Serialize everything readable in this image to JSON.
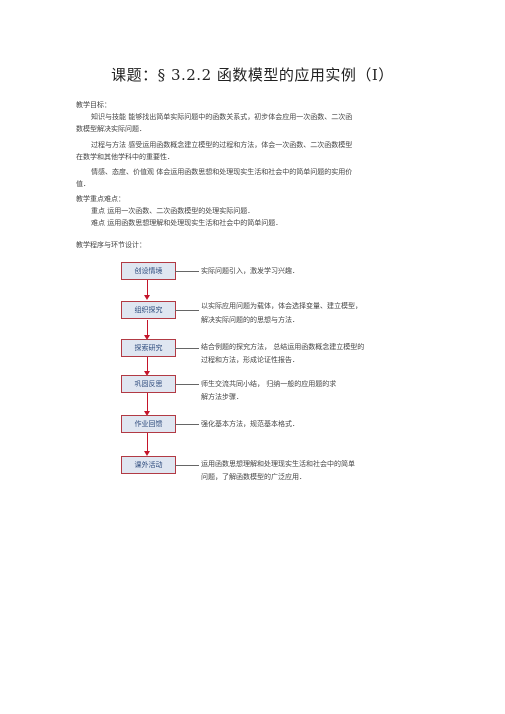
{
  "title": "课题：§ 3.2.2  函数模型的应用实例（Ⅰ）",
  "goals": {
    "heading": "教学目标：",
    "knowledge_1": "知识与技能    能够找出简单实际问题中的函数关系式，初步体会应用一次函数、二次函",
    "knowledge_2": "数模型解决实际问题．",
    "process_1": "过程与方法    感受运用函数概念建立模型的过程和方法，体会一次函数、二次函数模型",
    "process_2": "在数学和其他学科中的重要性．",
    "emotion_1": "情感、态度、价值观    体会运用函数思想和处理现实生活和社会中的简单问题的实用价",
    "emotion_2": "值．"
  },
  "focus": {
    "heading": "教学重点难点：",
    "key": "重点    运用一次函数、二次函数模型的处理实际问题．",
    "difficult": "难点    运用函数思想理解和处理现实生活和社会中的简单问题．"
  },
  "procedure_heading": "教学程序与环节设计：",
  "flow": [
    {
      "label": "创设情境",
      "desc1": "实际问题引入，激发学习兴趣．",
      "desc2": ""
    },
    {
      "label": "组织探究",
      "desc1": "以实际应用问题为载体，体会选择变量、建立模型，",
      "desc2": "解决实际问题的的思想与方法．"
    },
    {
      "label": "探索研究",
      "desc1": "结合例题的探究方法，  总结运用函数概念建立模型的",
      "desc2": "过程和方法，形成论证性报告．"
    },
    {
      "label": "巩固反思",
      "desc1": "师生交流共同小结，    归纳一般的应用题的求",
      "desc2": "解方法步骤．"
    },
    {
      "label": "作业回馈",
      "desc1": "强化基本方法，规范基本格式．",
      "desc2": ""
    },
    {
      "label": "课外活动",
      "desc1": "运用函数思想理解和处理现实生活和社会中的简单",
      "desc2": "问题，了解函数模型的广泛应用．"
    }
  ]
}
